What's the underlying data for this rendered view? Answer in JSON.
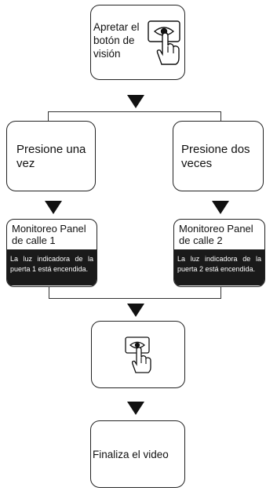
{
  "steps": {
    "press_view": "Apretar el botón de visión",
    "press_once": "Presione una vez",
    "press_twice": "Presione dos veces",
    "monitor_1_title": "Monitoreo Panel de calle 1",
    "monitor_1_desc": "La luz indicadora de la puerta 1 está encendida.",
    "monitor_2_title": "Monitoreo Panel de calle 2",
    "monitor_2_desc": "La luz indicadora de la puerta 2 está encendida.",
    "end_video": "Finaliza el video"
  },
  "icons": [
    "eye-button-press-icon",
    "eye-button-press-icon"
  ],
  "colors": {
    "stroke": "#222222",
    "fill_dark": "#1a1a1a",
    "background": "#ffffff"
  }
}
